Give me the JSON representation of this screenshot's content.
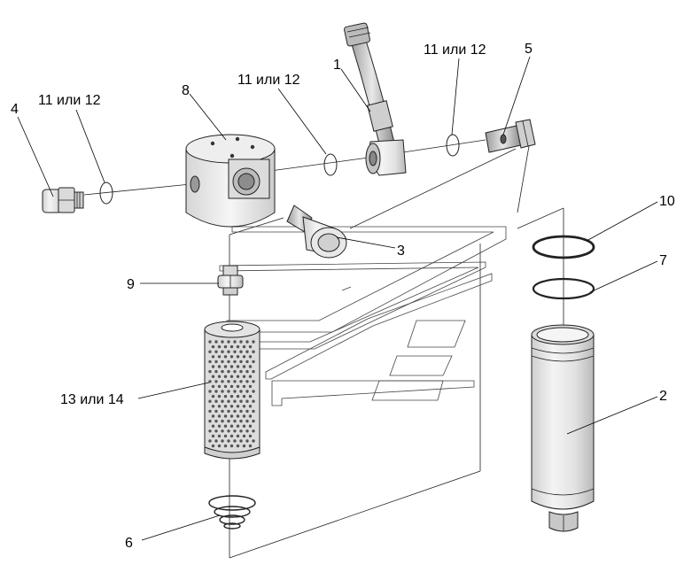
{
  "labels": {
    "p1": "1",
    "p2": "2",
    "p3": "3",
    "p4": "4",
    "p5": "5",
    "p6": "6",
    "p7": "7",
    "p8": "8",
    "p9": "9",
    "p10": "10",
    "p11_12_a": "11 или 12",
    "p11_12_b": "11 или 12",
    "p11_12_c": "11 или 12",
    "p13_14": "13 или 14"
  }
}
